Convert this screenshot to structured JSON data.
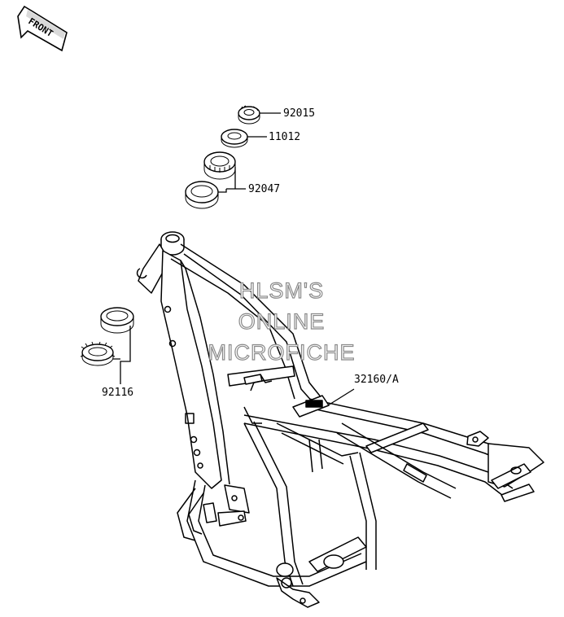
{
  "front_arrow": {
    "label": "FRONT"
  },
  "parts": {
    "nut": "92015",
    "washer": "11012",
    "bearing_upper": "92047",
    "bearing_lower": "92116",
    "frame": "32160/A"
  },
  "watermark": {
    "line1": "HLSM'S",
    "line2": "ONLINE",
    "line3": "MICROFICHE"
  }
}
